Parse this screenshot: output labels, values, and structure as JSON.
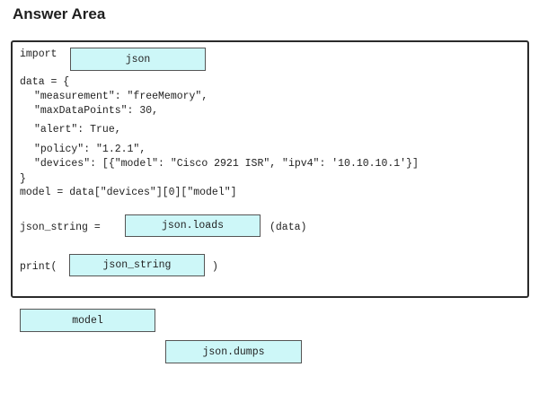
{
  "title": "Answer Area",
  "code": {
    "import_kw": "import",
    "data_open": "data = {",
    "measurement": "\"measurement\": \"freeMemory\",",
    "maxdatapoints": "\"maxDataPoints\": 30,",
    "alert": "\"alert\": True,",
    "policy": "\"policy\": \"1.2.1\",",
    "devices": "\"devices\": [{\"model\": \"Cisco 2921 ISR\", \"ipv4\": '10.10.10.1'}]",
    "data_close": "}",
    "model_line": "model = data[\"devices\"][0][\"model\"]",
    "json_string_assign": "json_string =",
    "data_arg": "(data)",
    "print_open": "print(",
    "print_close": ")"
  },
  "drop_slots": {
    "import_slot": "json",
    "json_string_slot": "json.loads",
    "print_slot": "json_string"
  },
  "options": {
    "option_1": "model",
    "option_2": "json.dumps"
  }
}
